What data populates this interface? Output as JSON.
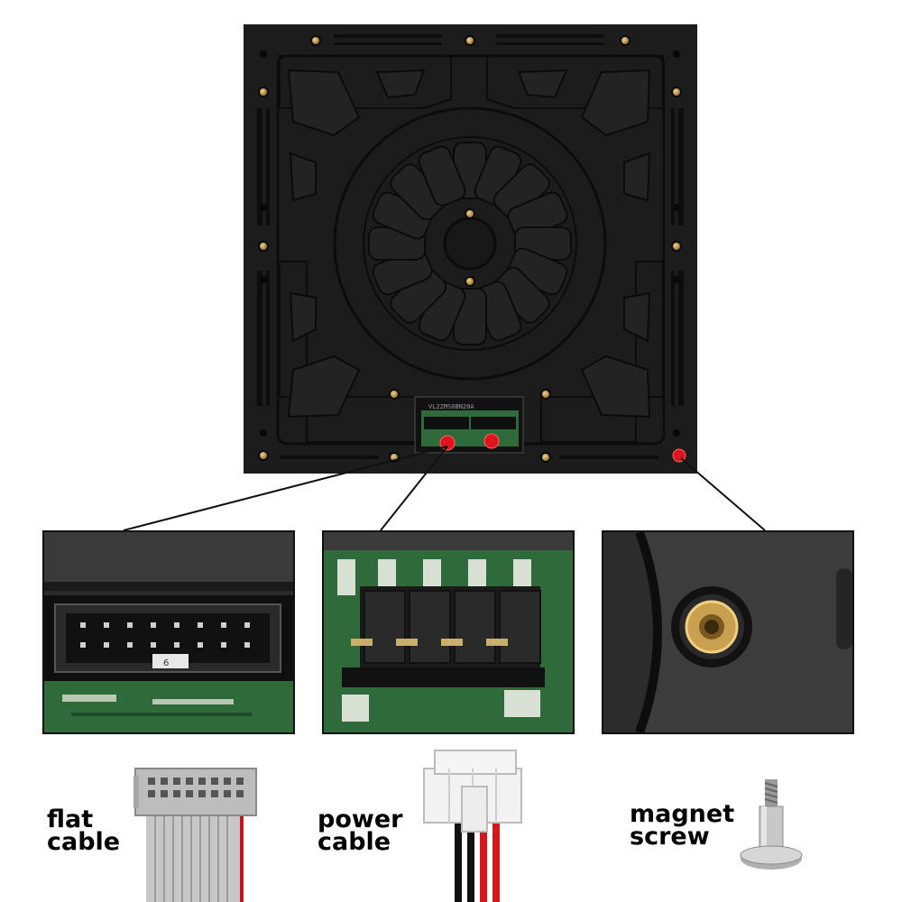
{
  "labels": {
    "flat_cable": "flat\ncable",
    "power_cable": "power\ncable",
    "magnet_screw": "magnet\nscrew"
  },
  "colors": {
    "panel": "#1c1c1c",
    "brass": "#c9a050",
    "highlight_marker": "#e0141e",
    "pcb_green": "#2f6a3a",
    "connector_white": "#f2f2f2"
  },
  "icons": [
    "flat-cable-icon",
    "power-cable-icon",
    "magnet-screw-icon"
  ]
}
